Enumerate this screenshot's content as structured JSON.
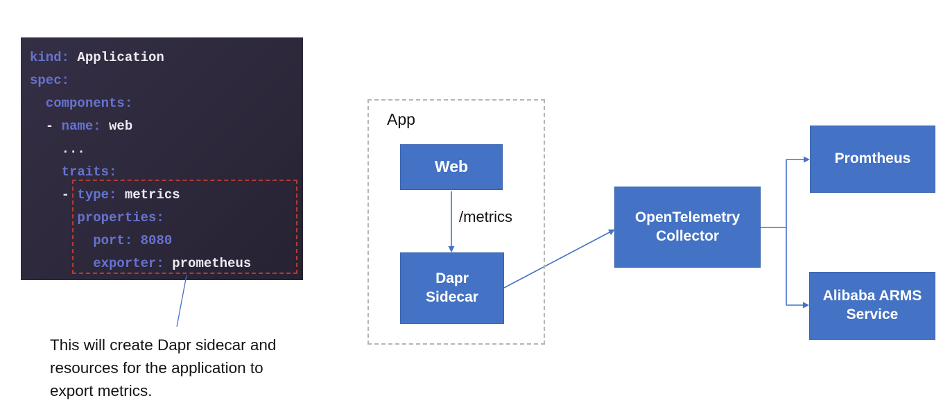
{
  "colors": {
    "node_fill": "#4472c4",
    "node_border": "#3a62ae",
    "node_text": "#ffffff",
    "connector": "#4472c4",
    "code_bg_top": "#342f45",
    "code_bg_bottom": "#272232",
    "code_key": "#6673ce",
    "code_value": "#edebf2",
    "highlight_red": "#b23b34",
    "group_border": "#b5b5b5",
    "label_text": "#141414",
    "page_bg": "#ffffff"
  },
  "code_panel": {
    "language": "yaml",
    "lines": [
      [
        {
          "t": "key",
          "x": "kind:"
        },
        {
          "t": "val",
          "x": " Application"
        }
      ],
      [
        {
          "t": "key",
          "x": "spec:"
        }
      ],
      [
        {
          "t": "key",
          "x": "  components:"
        }
      ],
      [
        {
          "t": "punct",
          "x": "  - "
        },
        {
          "t": "key",
          "x": "name:"
        },
        {
          "t": "val",
          "x": " web"
        }
      ],
      [
        {
          "t": "punct",
          "x": "    ..."
        }
      ],
      [
        {
          "t": "key",
          "x": "    traits:"
        }
      ],
      [
        {
          "t": "punct",
          "x": "    - "
        },
        {
          "t": "key",
          "x": "type:"
        },
        {
          "t": "val",
          "x": " metrics"
        }
      ],
      [
        {
          "t": "key",
          "x": "      properties:"
        }
      ],
      [
        {
          "t": "key",
          "x": "        port:"
        },
        {
          "t": "num",
          "x": " 8080"
        }
      ],
      [
        {
          "t": "key",
          "x": "        exporter:"
        },
        {
          "t": "val",
          "x": " prometheus"
        }
      ]
    ]
  },
  "annotation": {
    "lines": [
      "This will create Dapr sidecar and",
      "resources for the application to",
      "export metrics."
    ]
  },
  "diagram": {
    "app_group_label": "App",
    "nodes": {
      "web": {
        "lines": [
          "Web"
        ]
      },
      "dapr": {
        "lines": [
          "Dapr",
          "Sidecar"
        ]
      },
      "collector": {
        "lines": [
          "OpenTelemetry",
          "Collector"
        ]
      },
      "promtheus": {
        "lines": [
          "Promtheus"
        ]
      },
      "alibaba": {
        "lines": [
          "Alibaba ARMS",
          "Service"
        ]
      }
    },
    "edge_labels": {
      "web_to_dapr": "/metrics"
    }
  }
}
